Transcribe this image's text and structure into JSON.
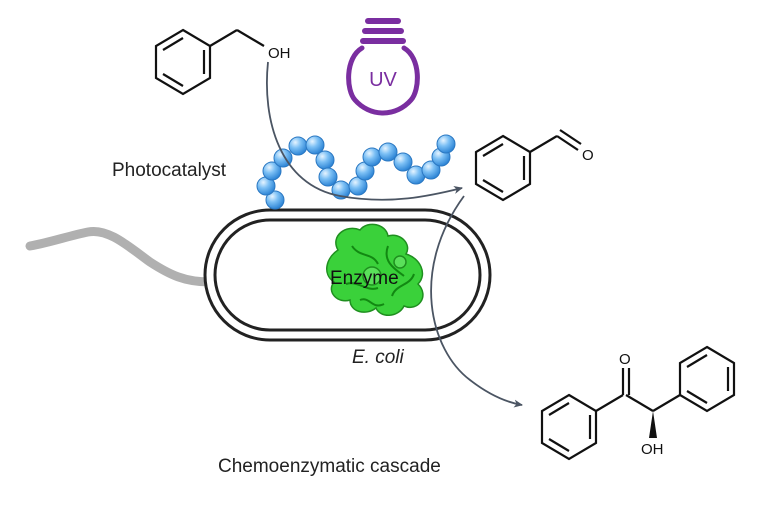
{
  "labels": {
    "photocatalyst": "Photocatalyst",
    "enzyme": "Enzyme",
    "organism": "E. coli",
    "cascade": "Chemoenzymatic cascade"
  },
  "bulb": {
    "text": "UV",
    "color": "#7a2ea0"
  },
  "molecules": {
    "alcohol_oh": "OH",
    "aldehyde_o": "O",
    "benzoin_o": "O",
    "benzoin_oh": "OH"
  },
  "colors": {
    "bead": "#5aaef0",
    "enzyme": "#2ecc2e",
    "flagellum": "#b0b0b0",
    "arrow": "#4b5563",
    "cell_outline": "#222222"
  },
  "icons": {
    "bulb": "uv-lightbulb-icon",
    "cell": "bacterium-cell-icon",
    "enzyme": "enzyme-protein-icon"
  }
}
